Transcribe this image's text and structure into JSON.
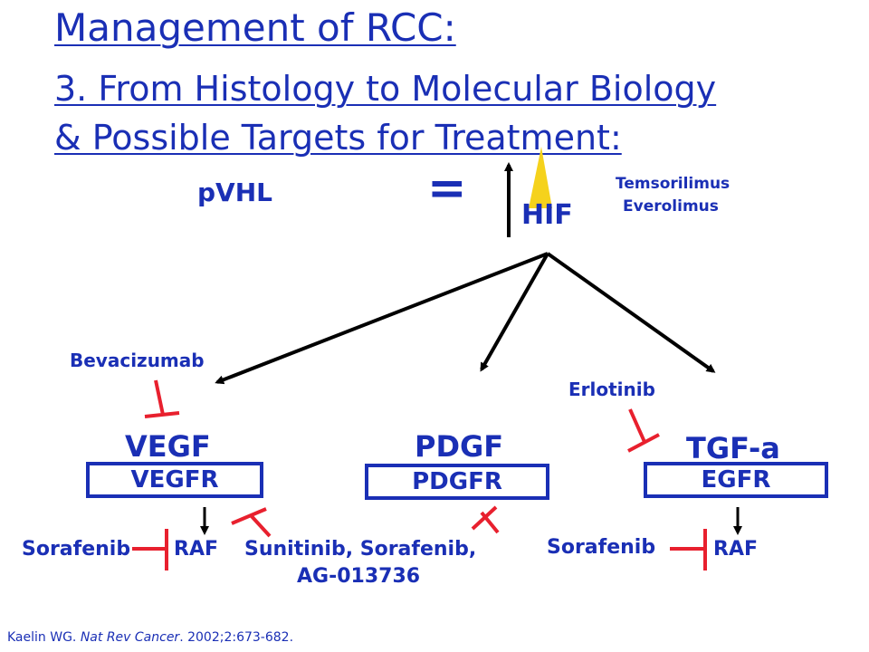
{
  "title": {
    "line1": "Management of RCC:",
    "line2": "3. From Histology to Molecular Biology",
    "line3": "& Possible Targets for Treatment:"
  },
  "pathway": {
    "pvhl": "pVHL",
    "equals": "=",
    "hif": "HIF",
    "mtor_drugs": [
      "Temsorilimus",
      "Everolimus"
    ],
    "bevacizumab": "Bevacizumab",
    "erlotinib": "Erlotinib",
    "ligands": [
      "VEGF",
      "PDGF",
      "TGF-a"
    ],
    "receptors": [
      "VEGFR",
      "PDGFR",
      "EGFR"
    ],
    "left_inhibitor": "Sorafenib",
    "left_raf": "RAF",
    "right_inhibitor": "Sorafenib",
    "right_raf": "RAF",
    "tki_line1": "Sunitinib, Sorafenib,",
    "tki_line2": "AG-013736"
  },
  "citation": {
    "authors": "Kaelin WG. ",
    "journal": "Nat Rev Cancer",
    "details": ". 2002;2:673-682."
  },
  "colors": {
    "title": "#1a2fb5",
    "inhibit": "#e8202e",
    "highlight": "#f5d21c",
    "arrow": "#000000"
  }
}
